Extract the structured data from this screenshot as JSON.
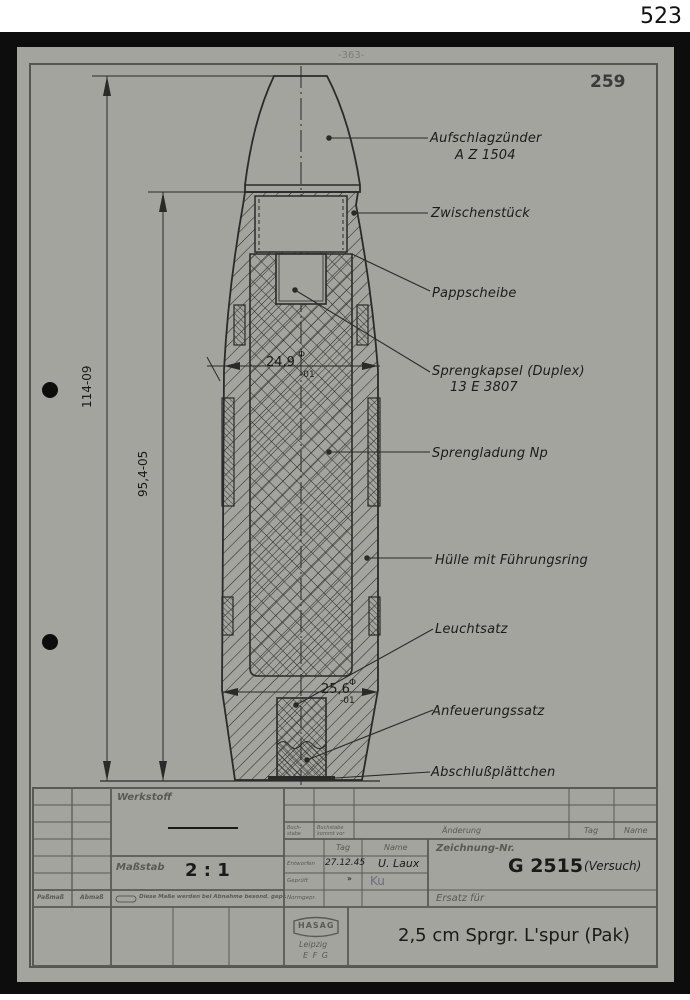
{
  "page_number": "523",
  "sheet": {
    "top_stamp": "-363-",
    "sheet_number": "259",
    "paper_color": "#a3a49d",
    "line_color": "#2a2a2a"
  },
  "drawing": {
    "subject": "2,5 cm projectile sectional view",
    "dimensions": {
      "overall_length": "114-09",
      "body_length": "95,4-05",
      "diameter_upper": "24,9",
      "diameter_upper_tol": "-01",
      "diameter_band": "25,6",
      "diameter_band_tol": "-01",
      "phi_symbol": "Φ"
    },
    "callouts": [
      {
        "label": "Aufschlagzünder",
        "sub": "A Z 1504"
      },
      {
        "label": "Zwischenstück"
      },
      {
        "label": "Pappscheibe"
      },
      {
        "label": "Sprengkapsel (Duplex)",
        "sub": "13 E 3807"
      },
      {
        "label": "Sprengladung Np"
      },
      {
        "label": "Hülle mit Führungsring"
      },
      {
        "label": "Leuchtsatz"
      },
      {
        "label": "Anfeuerungssatz"
      },
      {
        "label": "Abschlußplättchen"
      }
    ]
  },
  "title_block": {
    "werkstoff_label": "Werkstoff",
    "werkstoff_value": "———",
    "massstab_label": "Maßstab",
    "massstab_value": "2 : 1",
    "passmass_label": "Paßmaß",
    "abmass_label": "Abmaß",
    "note": "Diese Maße werden bei Abnahme besond. gepr.",
    "change_header": {
      "buchstabe": "Buch-stabe",
      "buchstabe_kommt_vor": "Buchstabe kommt vor",
      "aenderung": "Änderung",
      "tag": "Tag",
      "name": "Name"
    },
    "approval": {
      "tag_header": "Tag",
      "name_header": "Name",
      "rows": [
        {
          "label": "Entworfen",
          "tag": "27.12.45",
          "name": "U. Laux"
        },
        {
          "label": "Geprüft",
          "tag": "»",
          "name": "Ku"
        },
        {
          "label": "Normgepr.",
          "tag": "",
          "name": ""
        }
      ]
    },
    "zeichnung_label": "Zeichnung-Nr.",
    "zeichnung_nr": "G 2515",
    "zeichnung_note": "(Versuch)",
    "ersatz_label": "Ersatz für",
    "company_logo": "HASAG",
    "company_city": "Leipzig",
    "company_sub": "E F G",
    "title": "2,5 cm Sprgr. L'spur (Pak)"
  }
}
